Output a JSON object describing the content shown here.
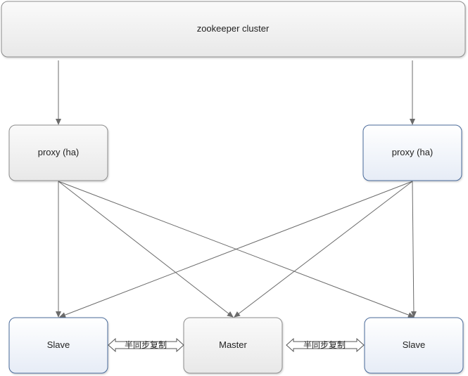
{
  "nodes": {
    "zookeeper": {
      "label": "zookeeper cluster"
    },
    "proxy_left": {
      "label": "proxy (ha)"
    },
    "proxy_right": {
      "label": "proxy (ha)"
    },
    "slave_left": {
      "label": "Slave"
    },
    "master": {
      "label": "Master"
    },
    "slave_right": {
      "label": "Slave"
    }
  },
  "links": {
    "sync_left": {
      "label": "半同步复制"
    },
    "sync_right": {
      "label": "半同步复制"
    }
  },
  "colors": {
    "gray_fill_top": "#fafafa",
    "gray_fill_bottom": "#e9e9e9",
    "gray_border": "#8c8c8c",
    "blue_fill_top": "#ffffff",
    "blue_fill_bottom": "#e8eef7",
    "blue_border": "#4a6a9a",
    "edge": "#6b6b6b",
    "sync_arrow_fill": "#ffffff",
    "sync_arrow_stroke": "#555555"
  },
  "icons": {
    "edge_head": "filled-triangle-arrowhead",
    "sync_arrow": "double-headed-hollow-arrow"
  }
}
